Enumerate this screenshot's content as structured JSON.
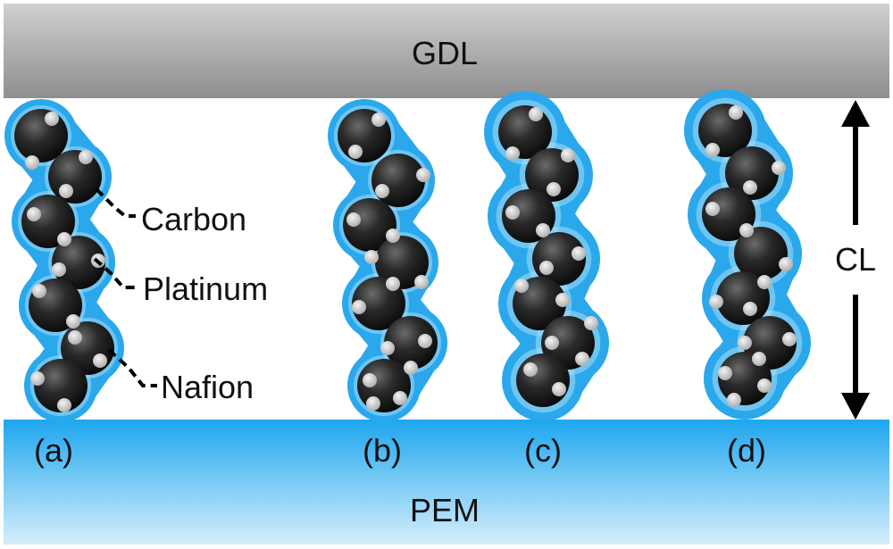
{
  "layers": {
    "top": "GDL",
    "bottom": "PEM",
    "middle": "CL"
  },
  "legend": {
    "carbon": "Carbon",
    "platinum": "Platinum",
    "nafion": "Nafion"
  },
  "panels": [
    {
      "label": "(a)"
    },
    {
      "label": "(b)"
    },
    {
      "label": "(c)"
    },
    {
      "label": "(d)"
    }
  ],
  "colors": {
    "gdl": "#a6a6a6",
    "pem": "#29aef0",
    "nafion": "#35b3ef",
    "carbon": "#1a1a1a",
    "platinum": "#d6d6d6"
  }
}
